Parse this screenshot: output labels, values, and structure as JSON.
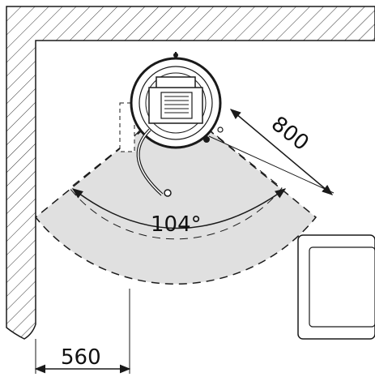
{
  "diagram": {
    "dimensions": {
      "depth": "800",
      "offset": "560",
      "angle": "104°"
    },
    "colors": {
      "line": "#1a1a1a",
      "sector_fill": "#e0e0e0",
      "background": "#ffffff"
    }
  }
}
